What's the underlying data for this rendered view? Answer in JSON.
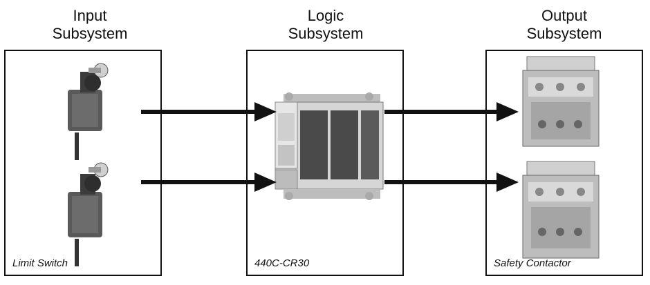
{
  "subsystems": [
    {
      "title_line1": "Input",
      "title_line2": "Subsystem",
      "caption": "Limit Switch",
      "device": "limit-switch"
    },
    {
      "title_line1": "Logic",
      "title_line2": "Subsystem",
      "caption": "440C-CR30",
      "device": "safety-relay"
    },
    {
      "title_line1": "Output",
      "title_line2": "Subsystem",
      "caption": "Safety Contactor",
      "device": "contactor"
    }
  ],
  "colors": {
    "border": "#111111",
    "arrow": "#111111",
    "device_dark": "#4a4a4a",
    "device_light": "#bdbdbd"
  }
}
